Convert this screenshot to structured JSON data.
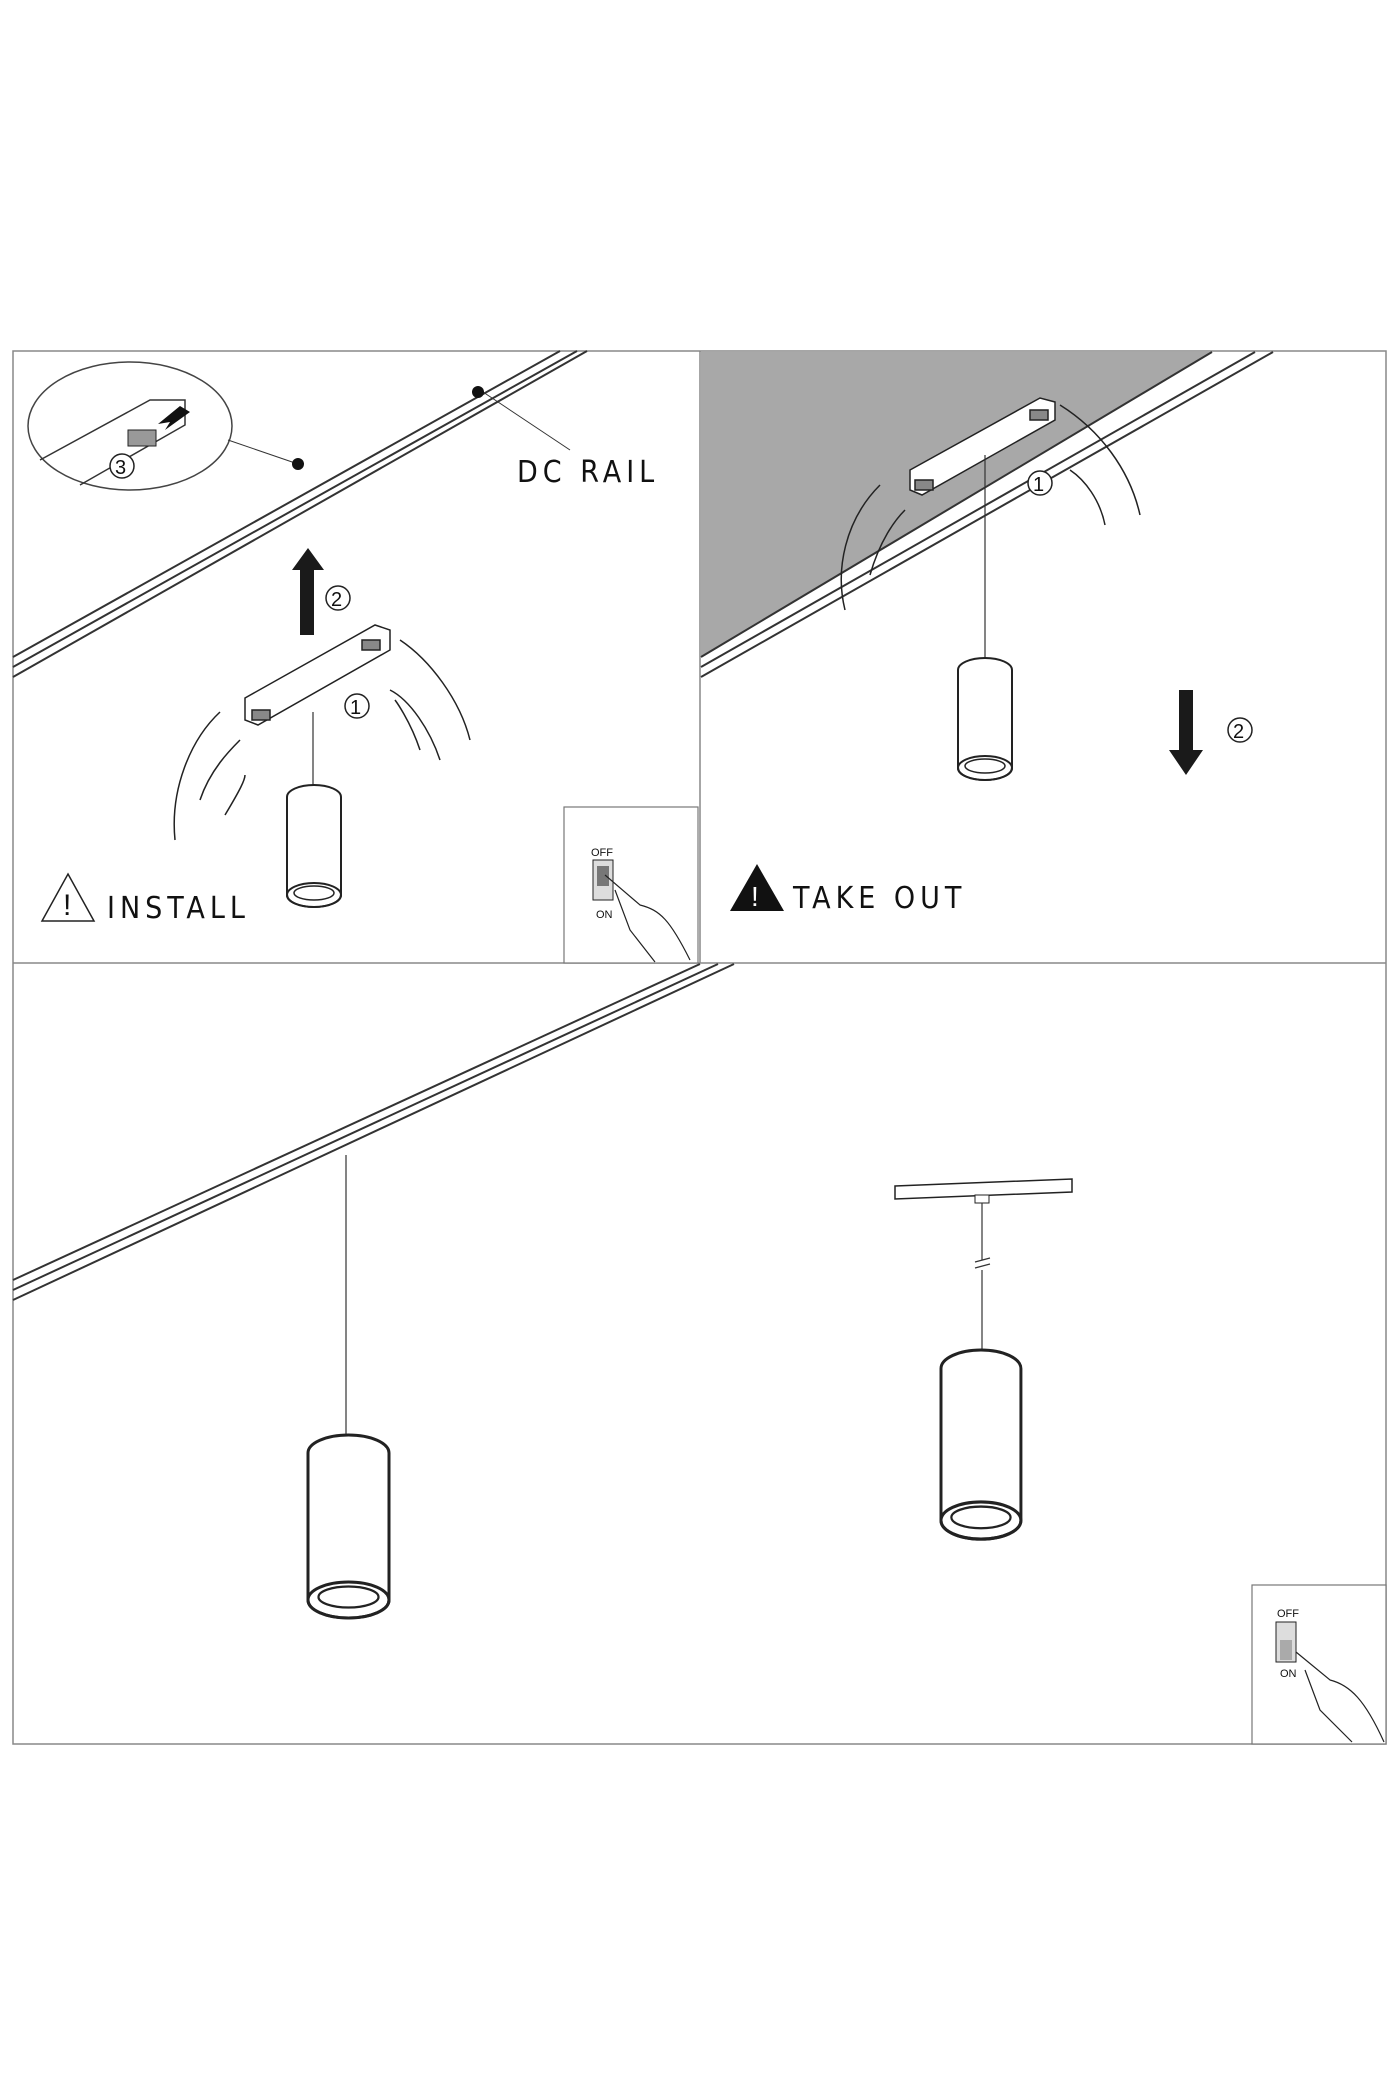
{
  "labels": {
    "dc_rail": "DC RAIL",
    "install": "INSTALL",
    "take_out": "TAKE OUT"
  },
  "steps": {
    "install_detach": "1",
    "install_push_up": "2",
    "install_lock": "3",
    "takeout_release": "1",
    "takeout_pull_down": "2"
  },
  "switches": {
    "install": {
      "top": "OFF",
      "bottom": "ON"
    },
    "final": {
      "top": "OFF",
      "bottom": "ON"
    }
  },
  "warning_icon": "!",
  "colors": {
    "line": "#222222",
    "ceiling_grey": "#a8a8a8",
    "frame": "#888888"
  }
}
